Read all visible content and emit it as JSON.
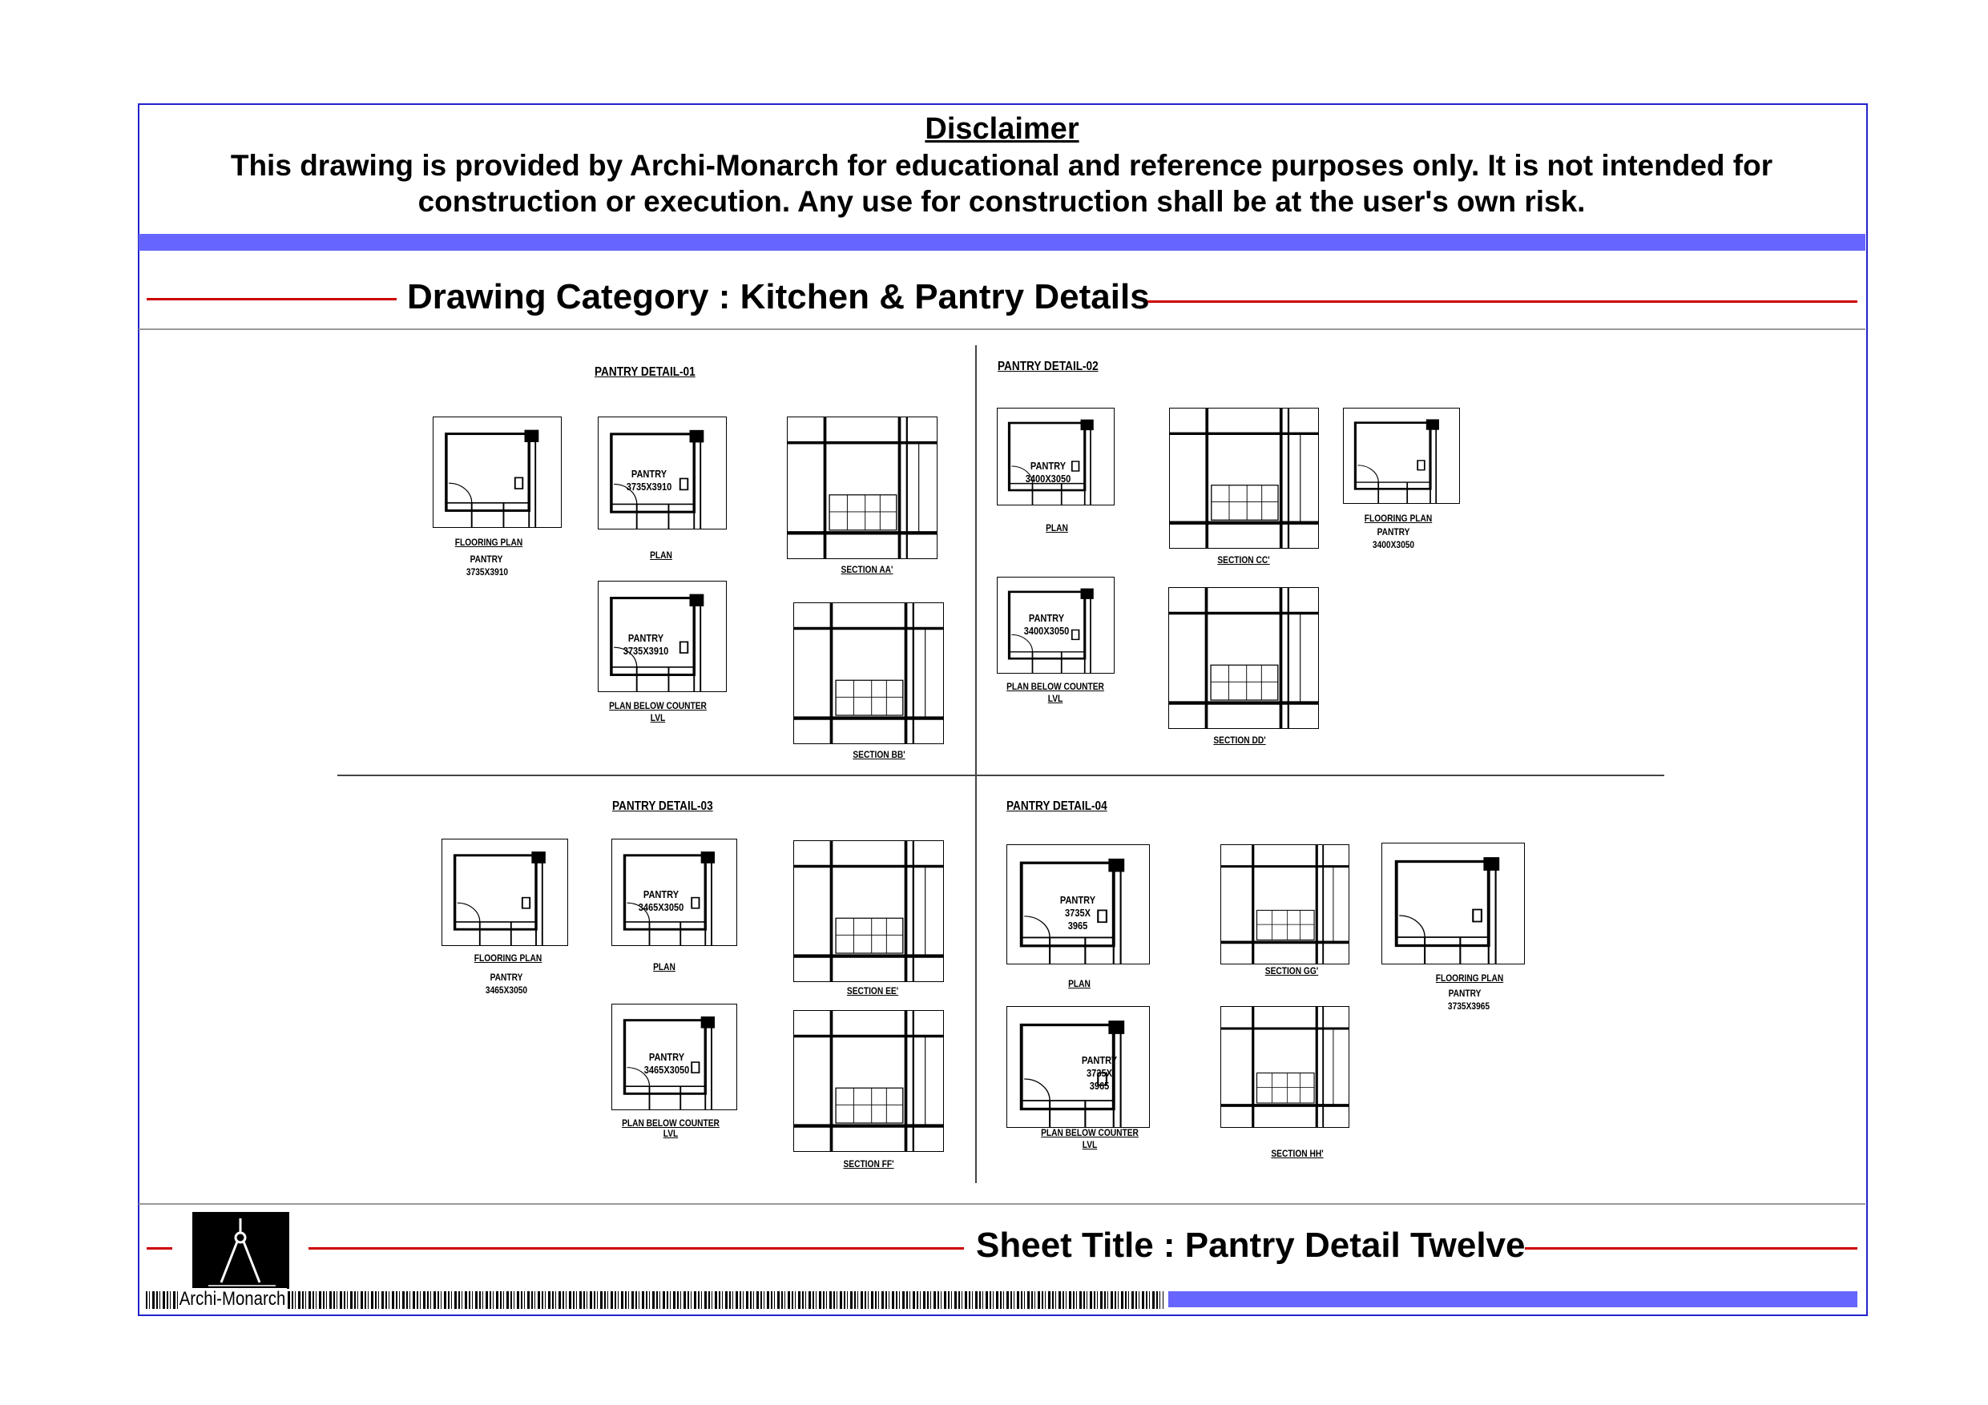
{
  "disclaimer": {
    "title": "Disclaimer",
    "text": "This drawing is provided by Archi-Monarch for educational and reference purposes only. It is not intended for construction or execution. Any use for construction shall be at the user's own risk."
  },
  "category_title": "Drawing Category : Kitchen & Pantry Details",
  "sheet_title": "Sheet Title : Pantry Detail Twelve",
  "brand": "Archi-Monarch",
  "colors": {
    "frame": "#2222cc",
    "band": "#6666ff",
    "rule": "#cc0000"
  },
  "details": [
    {
      "title": "PANTRY DETAIL-01",
      "flooring_label": "FLOORING PLAN",
      "flooring_room": "PANTRY",
      "flooring_size": "3735X3910",
      "plan_label": "PLAN",
      "plan_room": "PANTRY\n3735X3910",
      "below_label_1": "PLAN BELOW COUNTER",
      "below_label_2": "LVL",
      "below_room": "PANTRY\n3735X3910",
      "section_1": "SECTION AA'",
      "section_2": "SECTION BB'"
    },
    {
      "title": "PANTRY DETAIL-02",
      "flooring_label": "FLOORING PLAN",
      "flooring_room": "PANTRY",
      "flooring_size": "3400X3050",
      "plan_label": "PLAN",
      "plan_room": "PANTRY\n3400X3050",
      "below_label_1": "PLAN BELOW COUNTER",
      "below_label_2": "LVL",
      "below_room": "PANTRY\n3400X3050",
      "section_1": "SECTION CC'",
      "section_2": "SECTION DD'"
    },
    {
      "title": "PANTRY DETAIL-03",
      "flooring_label": "FLOORING PLAN",
      "flooring_room": "PANTRY",
      "flooring_size": "3465X3050",
      "plan_label": "PLAN",
      "plan_room": "PANTRY\n3465X3050",
      "below_label_1": "PLAN BELOW COUNTER",
      "below_label_2": "LVL",
      "below_room": "PANTRY\n3465X3050",
      "section_1": "SECTION EE'",
      "section_2": "SECTION FF'"
    },
    {
      "title": "PANTRY DETAIL-04",
      "flooring_label": "FLOORING PLAN",
      "flooring_room": "PANTRY",
      "flooring_size": "3735X3965",
      "plan_label": "PLAN",
      "plan_room": "PANTRY\n3735X\n3965",
      "below_label_1": "PLAN BELOW COUNTER",
      "below_label_2": "LVL",
      "below_room": "PANTRY\n3735X\n3965",
      "section_1": "SECTION GG'",
      "section_2": "SECTION HH'"
    }
  ]
}
